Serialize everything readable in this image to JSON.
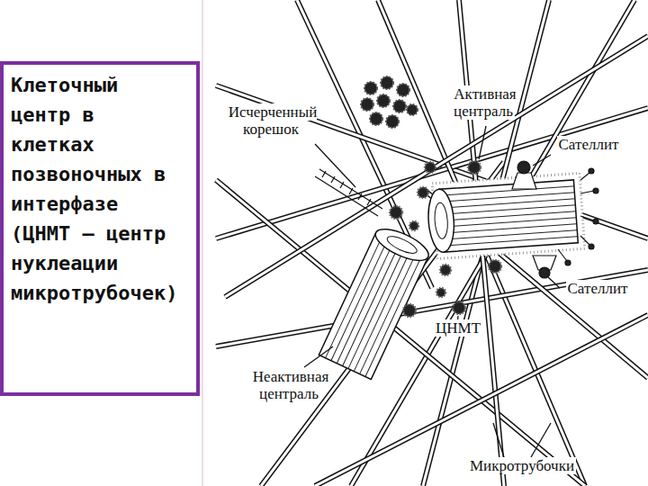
{
  "diagram": {
    "nodes": [
      {
        "text": [
          "Клеточный центр в клетках позвоночных в интерфазе (ЦНМТ – центр нуклеации микротрубочек)"
        ]
      }
    ],
    "labels": [
      "Исчерченный корешок",
      "Активная централь",
      "Сателлит",
      "Сателлит",
      "ЦНМТ",
      "Неактивная централь",
      "Микротрубочки"
    ]
  }
}
